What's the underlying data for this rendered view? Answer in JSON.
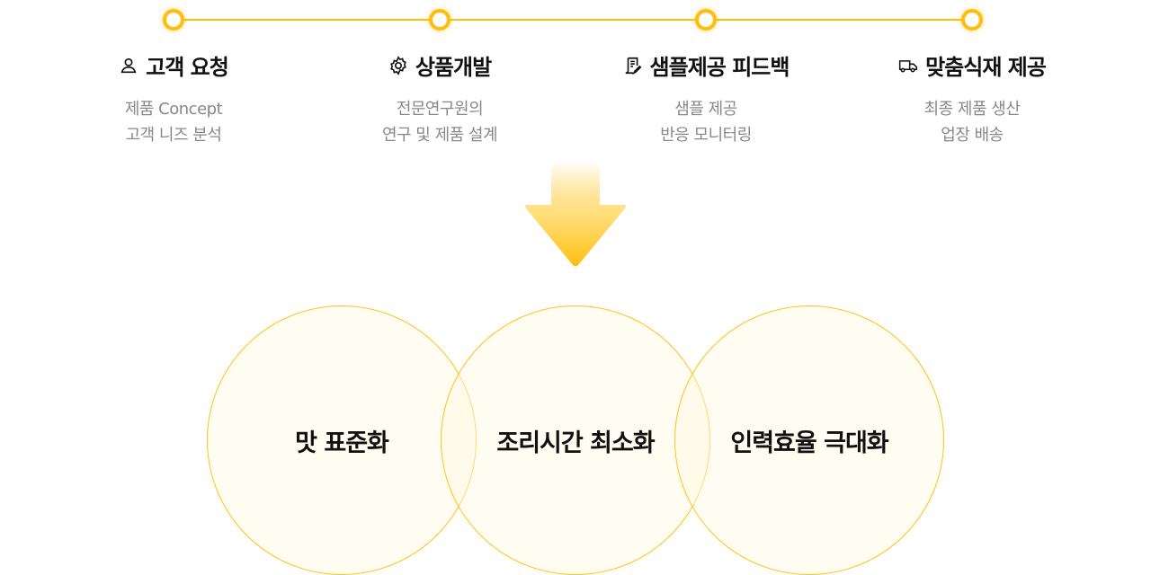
{
  "steps": [
    {
      "title": "고객 요청",
      "icon": "user-icon",
      "lines": [
        "제품 Concept",
        "고객 니즈 분석"
      ]
    },
    {
      "title": "상품개발",
      "icon": "gear-icon",
      "lines": [
        "전문연구원의",
        "연구 및 제품 설계"
      ]
    },
    {
      "title": "샘플제공 피드백",
      "icon": "document-edit-icon",
      "lines": [
        "샘플 제공",
        "반응 모니터링"
      ]
    },
    {
      "title": "맞춤식재 제공",
      "icon": "truck-icon",
      "lines": [
        "최종 제품 생산",
        "업장 배송"
      ]
    }
  ],
  "outcomes": [
    "맛 표준화",
    "조리시간 최소화",
    "인력효율 극대화"
  ],
  "colors": {
    "accent": "#FFBE0F",
    "text": "#111111",
    "muted": "#888888"
  }
}
